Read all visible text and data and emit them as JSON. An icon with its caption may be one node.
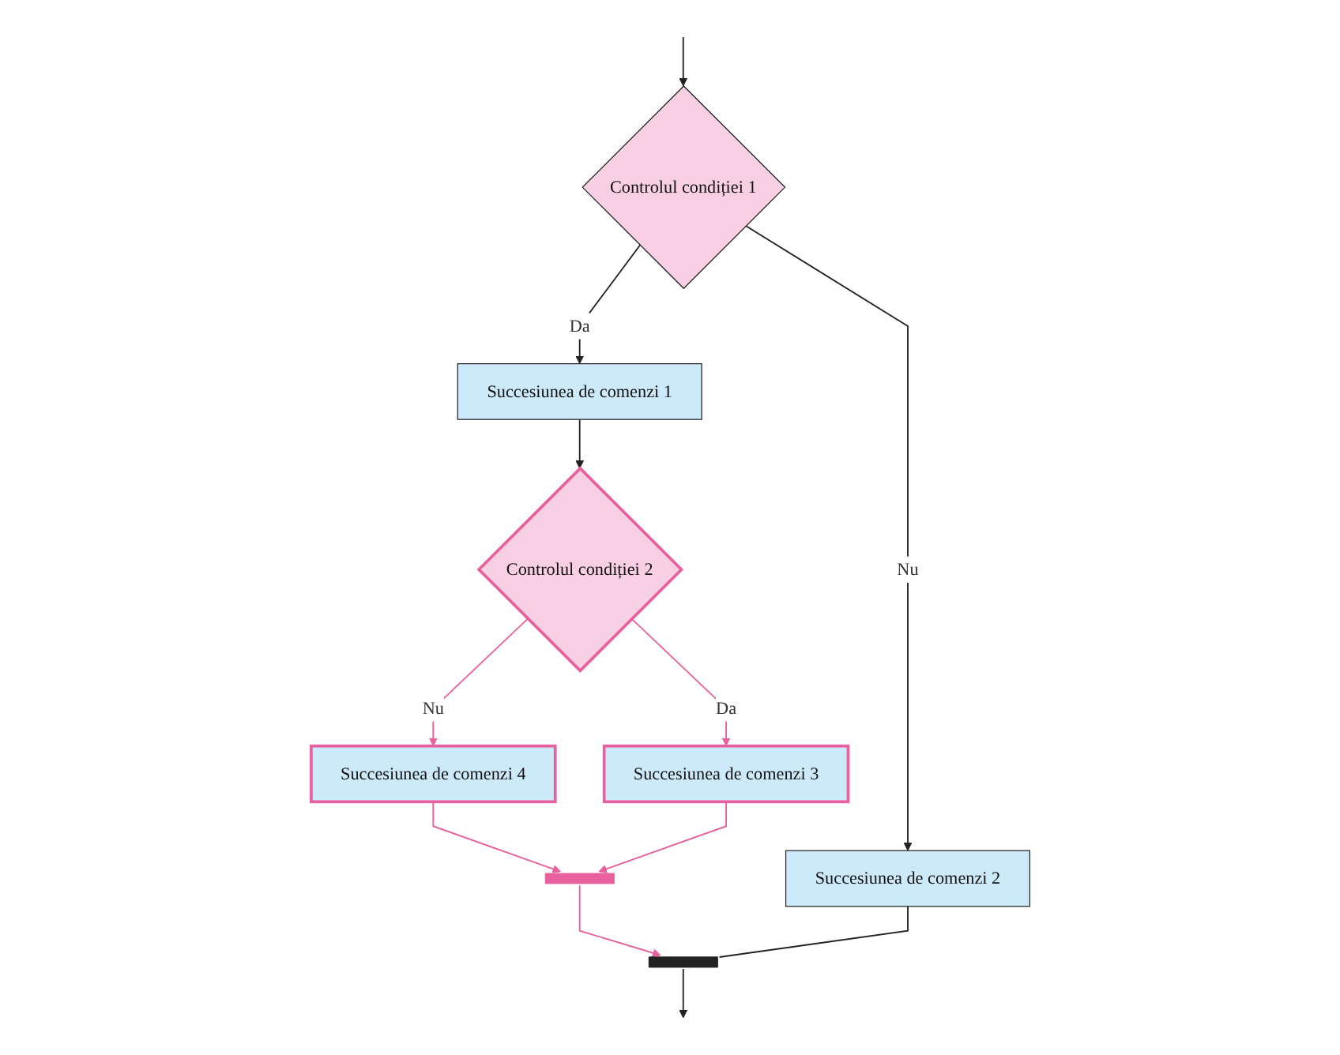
{
  "diagram": {
    "nodes": [
      {
        "text": [
          "Controlul condiției 1"
        ]
      },
      {
        "text": [
          "Succesiunea de comenzi 2"
        ]
      },
      {
        "text": [
          "Succesiunea de comenzi 1"
        ]
      },
      {
        "text": [
          "Controlul condiției 2"
        ]
      },
      {
        "text": [
          "Succesiunea de comenzi 4"
        ]
      },
      {
        "text": [
          "Succesiunea de comenzi 3"
        ]
      },
      {
        "text": [],
        "shape": "bar"
      },
      {
        "text": [],
        "shape": "bar"
      }
    ],
    "edges": [
      {
        "from": null,
        "to": 0,
        "arrow": "to"
      },
      {
        "from": 0,
        "to": 1,
        "label": "Nu",
        "arrow": "to"
      },
      {
        "from": 0,
        "to": 2,
        "label": "Da",
        "arrow": "to"
      },
      {
        "from": 2,
        "to": 3,
        "arrow": "to"
      },
      {
        "from": 3,
        "to": 4,
        "label": "Nu",
        "arrow": "to",
        "color": "#e8609e"
      },
      {
        "from": 3,
        "to": 5,
        "label": "Da",
        "arrow": "to",
        "color": "#e8609e"
      },
      {
        "from": 4,
        "to": 6,
        "arrow": "to",
        "color": "#e8609e"
      },
      {
        "from": 5,
        "to": 6,
        "arrow": "to",
        "color": "#e8609e"
      },
      {
        "from": 6,
        "to": 7,
        "arrow": "to",
        "color": "#e8609e"
      },
      {
        "from": 1,
        "to": 7,
        "arrow": "none"
      },
      {
        "from": 7,
        "to": null,
        "arrow": "to"
      }
    ]
  }
}
